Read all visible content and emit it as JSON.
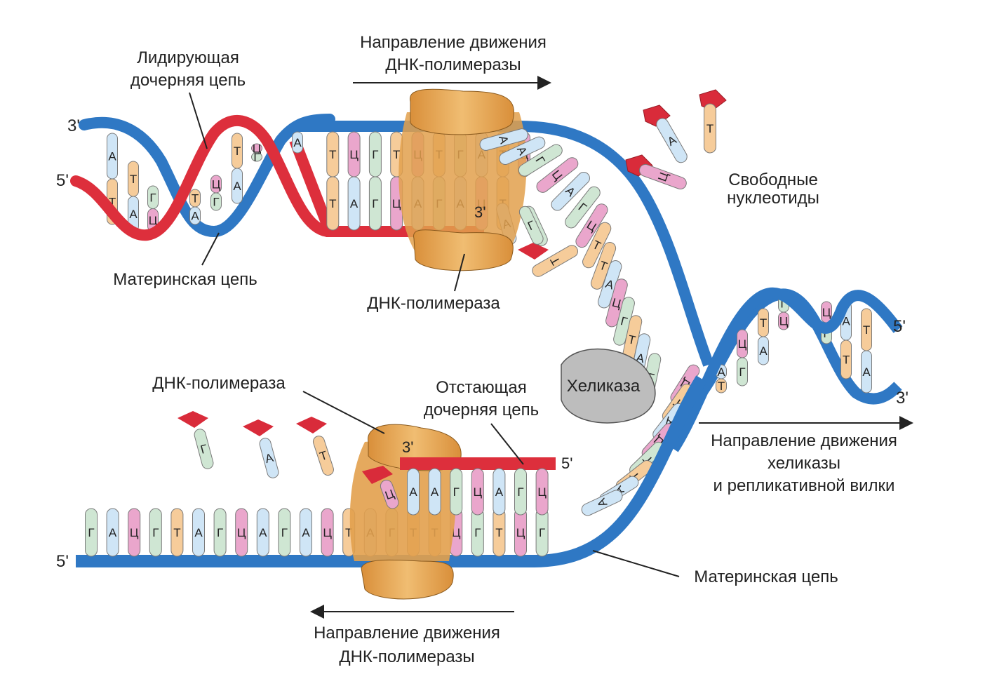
{
  "diagram": {
    "title": "DNA replication fork",
    "colors": {
      "mother_strand": "#2f78c4",
      "daughter_strand": "#dd2f3c",
      "polymerase": "#e6a44e",
      "helicase": "#bdbdbd",
      "phosphate": "#d92b3a",
      "base_A": "#cfe5f6",
      "base_T": "#f6cc9a",
      "base_G": "#cfe6d3",
      "base_C": "#eaa6cc"
    },
    "labels": {
      "leading_strand": [
        "Лидирующая",
        "дочерняя цепь"
      ],
      "mother_strand_top": "Материнская цепь",
      "polymerase_top_direction": [
        "Направление движения",
        "ДНК-полимеразы"
      ],
      "polymerase_top": "ДНК-полимераза",
      "free_nucleotides": [
        "Свободные",
        "нуклеотиды"
      ],
      "helicase": "Хеликаза",
      "polymerase_bottom": "ДНК-полимераза",
      "lagging_strand": [
        "Отстающая",
        "дочерняя цепь"
      ],
      "helicase_direction": [
        "Направление движения",
        "хеликазы",
        "и репликативной вилки"
      ],
      "mother_strand_bottom": "Материнская цепь",
      "polymerase_bottom_direction": [
        "Направление движения",
        "ДНК-полимеразы"
      ]
    },
    "ends": {
      "top_left_upper": "3'",
      "top_left_lower": "5'",
      "right_upper": "5'",
      "right_lower": "3'",
      "leading_3prime": "3'",
      "lagging_3prime": "3'",
      "lagging_5prime": "5'",
      "bottom_left": "5'"
    },
    "sequences": {
      "top_helix_pairs": [
        [
          "А",
          "Т"
        ],
        [
          "Т",
          "А"
        ],
        [
          "Г",
          "Ц"
        ],
        [
          "Т",
          "А"
        ],
        [
          "Ц",
          "Г"
        ],
        [
          "Т",
          "А"
        ],
        [
          "Ц",
          "Г"
        ]
      ],
      "top_straight_upper": [
        "А",
        "Т",
        "Ц",
        "Г",
        "Т",
        "Ц",
        "Т",
        "Г",
        "А",
        "Т",
        "Ц"
      ],
      "top_straight_lower": [
        "Т",
        "А",
        "Г",
        "Ц",
        "А",
        "Г",
        "А",
        "Ц",
        "Т"
      ],
      "incoming_top": [
        "А",
        "Г",
        "Т"
      ],
      "fork_upper_unpaired": [
        "А",
        "А",
        "Г",
        "Ц",
        "А",
        "Г",
        "Ц",
        "Т",
        "Т",
        "А",
        "Ц",
        "Г",
        "Т",
        "А",
        "Г"
      ],
      "fork_lower_unpaired": [
        "Ц",
        "Т",
        "А",
        "Ц",
        "Г",
        "Т",
        "А",
        "А"
      ],
      "right_helix_pairs": [
        [
          "А",
          "Т"
        ],
        [
          "Ц",
          "Г"
        ],
        [
          "Т",
          "А"
        ],
        [
          "Г",
          "Ц"
        ],
        [
          "Ц",
          "Г"
        ],
        [
          "А",
          "Т"
        ],
        [
          "Т",
          "А"
        ]
      ],
      "bottom_mother": [
        "Г",
        "А",
        "Ц",
        "Г",
        "Т",
        "А",
        "Г",
        "Ц",
        "А",
        "Г",
        "А",
        "Ц",
        "Т",
        "А",
        "Г",
        "Т",
        "Т",
        "Ц",
        "Г",
        "Т",
        "Ц",
        "Г"
      ],
      "lagging_daughter": [
        "А",
        "А",
        "Г",
        "Ц",
        "А",
        "Г",
        "Ц"
      ],
      "incoming_lagging": "Ц",
      "free_top": [
        "А",
        "Т",
        "Ц"
      ],
      "free_bottom": [
        "Г",
        "А",
        "Т"
      ]
    }
  }
}
